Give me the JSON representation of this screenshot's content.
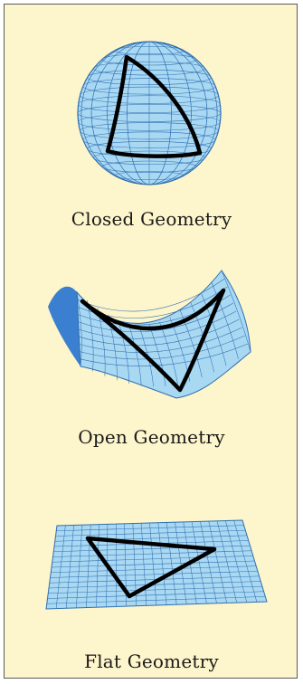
{
  "panels": [
    {
      "caption": "Closed Geometry",
      "shape": "sphere"
    },
    {
      "caption": "Open Geometry",
      "shape": "saddle"
    },
    {
      "caption": "Flat Geometry",
      "shape": "plane"
    }
  ],
  "colors": {
    "background": "#fdf5cb",
    "border": "#5a5a5a",
    "surface": "#a9d8f3",
    "surface_dark": "#3b7fd0",
    "grid": "#2f6fb0",
    "triangle": "#000000",
    "text": "#1a1a1a"
  }
}
